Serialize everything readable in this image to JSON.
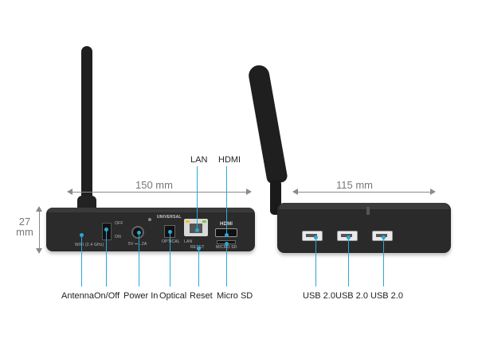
{
  "dimensions": {
    "width_label": "150 mm",
    "depth_label": "115 mm",
    "height_value": "27",
    "height_unit": "mm"
  },
  "front_labels": {
    "top": [
      "LAN",
      "HDMI"
    ],
    "bottom": [
      "Antenna",
      "On/Off",
      "Power In",
      "Optical",
      "Reset",
      "Micro SD"
    ]
  },
  "side_labels": [
    "USB 2.0",
    "USB 2.0",
    "USB 2.0"
  ],
  "port_printing": {
    "wifi": "WIFI (2.4 GHz)",
    "off": "OFF",
    "on": "ON",
    "power": "5V ⎓1.2A",
    "optical": "OPTICAL",
    "lan": "LAN",
    "reset": "RESET",
    "hdmi": "HDMI",
    "microsd": "MICRO SD",
    "brand": "UNIVERSAL"
  },
  "colors": {
    "leader": "#2aa7d6",
    "device": "#2b2b2b",
    "dimension_line": "#8a8a8a"
  }
}
